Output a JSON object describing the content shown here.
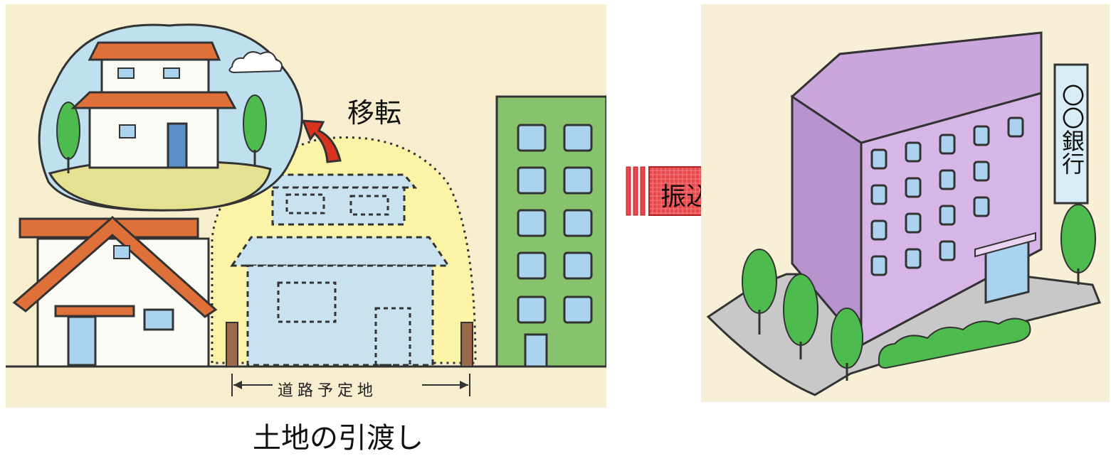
{
  "labels": {
    "move": "移転",
    "land_handover": "土地の引渡し",
    "transfer": "振込",
    "road_planned": "道路予定地",
    "bank_sign": "〇〇銀行"
  },
  "colors": {
    "left_background": "#f7eecf",
    "right_background": "#f7efd6",
    "arrow_red": "#e8484c",
    "bank_purple": "#d7b5e6",
    "window_blue": "#a9d3ee",
    "tree_green": "#4dbb4d",
    "roof_orange": "#e0703a",
    "building_green": "#86c36c",
    "dream_bubble": "#bfe0ef",
    "highlight_yellow": "#fbf3a6"
  },
  "icons": [
    "house-icon",
    "cloud-icon",
    "tree-icon",
    "arrow-right-icon",
    "bank-building-icon",
    "curved-arrow-icon"
  ]
}
